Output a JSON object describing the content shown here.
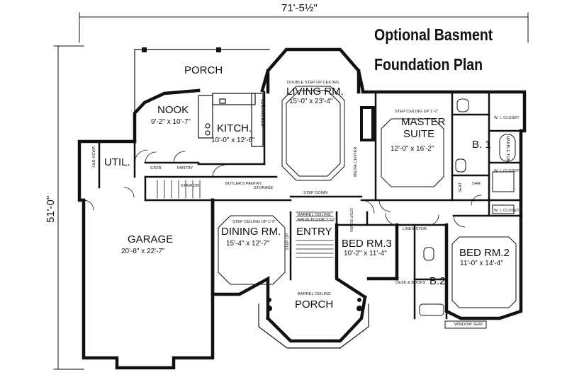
{
  "heading": {
    "line1": "Optional Basment",
    "line2": "Foundation Plan"
  },
  "overall": {
    "width": "71'-5½\"",
    "depth": "51'-0\""
  },
  "rooms": {
    "porch_top": "PORCH",
    "living": {
      "note": "DOUBLE STEP UP CEILING",
      "name": "LIVING RM.",
      "dim": "15'-0\" x 23'-4\""
    },
    "nook": {
      "name": "NOOK",
      "dim": "9'-2\" x 10'-7\""
    },
    "kitchen": {
      "name": "KITCH.",
      "dim": "10'-0\" x 12'-6\""
    },
    "serving_bar": "SERVING BAR",
    "master": {
      "note": "STEP CEILING UP 1'-0\"",
      "name1": "MASTER",
      "name2": "SUITE",
      "dim": "12'-0\" x 16'-2\""
    },
    "bath1": "B. 1",
    "wi_closet": "W. I. CLOSET",
    "marble_tub": "MARBLE TUB",
    "shr": "SHR",
    "seat": "SEAT",
    "util": "UTIL.",
    "wash_dry": "WASH DRY",
    "stor": "STOR.",
    "pantry": "PANTRY",
    "stair_dn": "STAIR DN.",
    "butlers_pantry": "BUTLER'S PANTRY",
    "storage": "STORAGE",
    "media_center": "MEDIA CENTER",
    "step_down": "STEP DOWN",
    "garage": {
      "name": "GARAGE",
      "dim": "20'-8\" x 22'-7\""
    },
    "dining": {
      "note": "STEP CEILING UP 1'-0\"",
      "name": "DINING RM.",
      "dim": "15'-4\" x 12'-7\""
    },
    "barrel_note1": "BARREL CEILING",
    "barrel_note2": "RAISE FLOOR 7 1/2",
    "entry": "ENTRY",
    "step_down_v": "STEP DOWN",
    "step_up_v": "STEP UP",
    "porch_front_note": "BARREL CEILING",
    "porch_front": "PORCH",
    "bed3": {
      "name": "BED RM.3",
      "dim": "10'-2\" x 11'-4\""
    },
    "linen_stor": "LINEN STOR.",
    "desk_books": "DESK & BOOKS",
    "bath2": "B.2",
    "bed2": {
      "name": "BED RM.2",
      "dim": "11'-0\" x 14'-4\""
    },
    "window_seat": "WINDOW SEAT"
  }
}
